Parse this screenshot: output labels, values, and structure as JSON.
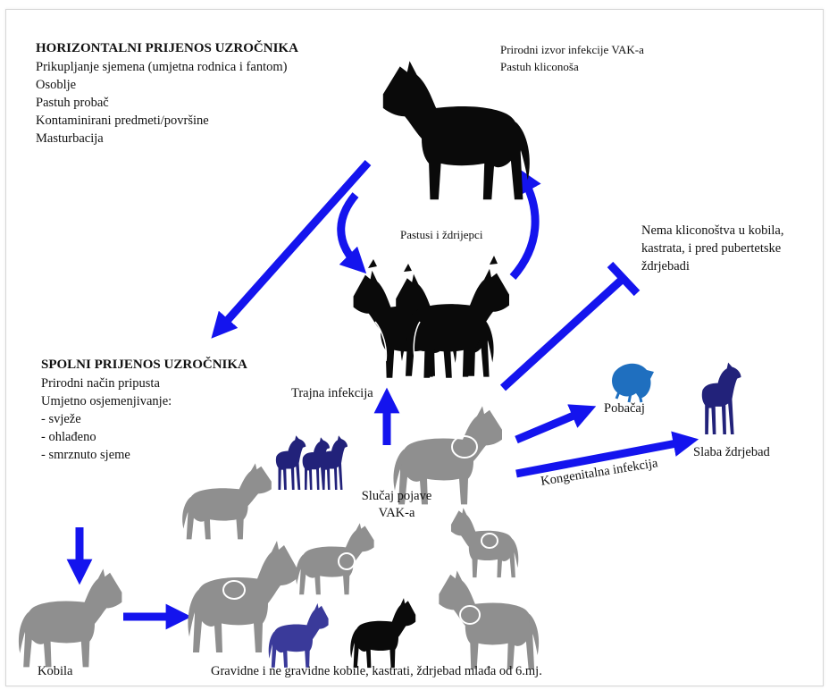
{
  "colors": {
    "arrow": "#1414ee",
    "horse_black": "#0a0a0a",
    "horse_gray": "#8f8f8f",
    "horse_navy": "#22227a",
    "horse_blue": "#1f6fbf"
  },
  "horizontal": {
    "title": "HORIZONTALNI PRIJENOS UZROČNIKA",
    "items": [
      "Prikupljanje sjemena (umjetna rodnica i fantom)",
      "Osoblje",
      "Pastuh probač",
      "Kontaminirani predmeti/površine",
      "Masturbacija"
    ]
  },
  "source": {
    "line1": "Prirodni izvor infekcije VAK-a",
    "line2": "Pastuh kliconoša"
  },
  "stallions_label": "Pastusi i ždrijepci",
  "no_carrier": {
    "line1": "Nema kliconoštva u kobila,",
    "line2": "kastrata, i  pred pubertetske",
    "line3": "ždrjebadi"
  },
  "sexual": {
    "title": "SPOLNI PRIJENOS UZROČNIKA",
    "line1": "Prirodni način pripusta",
    "line2": "Umjetno osjemenjivanje:",
    "items": [
      "- svježe",
      "- ohlađeno",
      "-  smrznuto sjeme"
    ]
  },
  "persistent": "Trajna infekcija",
  "abortion": "Pobačaj",
  "weak_foals": "Slaba ždrjebad",
  "congenital": "Kongenitalna infekcija",
  "outbreak": {
    "line1": "Slučaj pojave",
    "line2": "VAK-a"
  },
  "mare": "Kobila",
  "bottom": "Gravidne i ne gravidne kobile, kastrati, ždrjebad mlađa od 6.mj."
}
